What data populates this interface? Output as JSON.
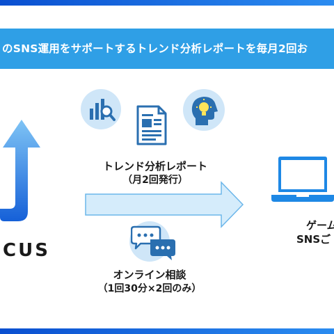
{
  "banner": {
    "text": "のSNS運用をサポートするトレンド分析レポートを毎月2回お"
  },
  "logo": {
    "text": "CUS"
  },
  "report": {
    "title": "トレンド分析レポート",
    "sub": "（月2回発行）"
  },
  "consult": {
    "title": "オンライン相談",
    "sub": "（1回30分×2回のみ）"
  },
  "client": {
    "line1": "ゲーム",
    "line2": "SNSご"
  },
  "colors": {
    "banner": "#2f9fe6",
    "accent": "#1e88e5",
    "icon_bg": "#cfe6f8",
    "arrow_fill": "#d5ecfb",
    "bars": "#0a4fd0"
  },
  "icons": [
    "up-arrow-logo-icon",
    "chart-search-icon",
    "document-icon",
    "lightbulb-head-icon",
    "chat-bubbles-icon",
    "laptop-icon",
    "right-arrow-icon"
  ]
}
